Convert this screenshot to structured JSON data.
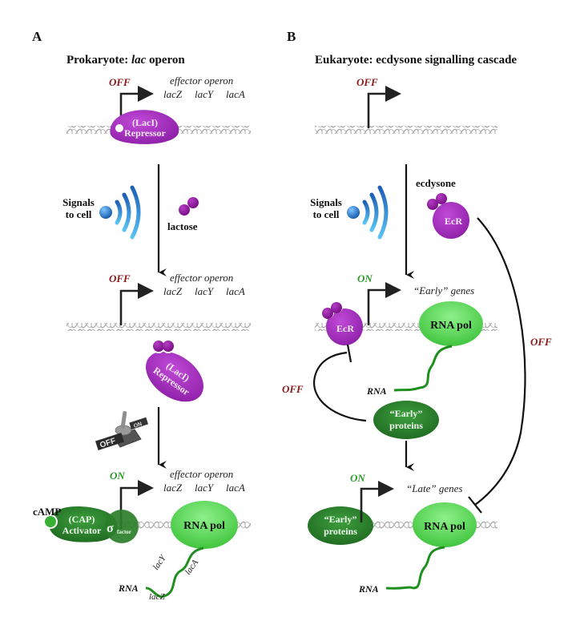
{
  "panel_a": {
    "letter": "A",
    "title_prefix": "Prokaryote: ",
    "title_italic": "lac",
    "title_suffix": " operon",
    "step1": {
      "state": "OFF",
      "operon_label": "effector operon",
      "genes": [
        "lacZ",
        "lacY",
        "lacA"
      ],
      "repressor_line1": "(LacI)",
      "repressor_line2": "Repressor"
    },
    "signal": {
      "label_line1": "Signals",
      "label_line2": "to cell",
      "inducer_label": "lactose"
    },
    "step2": {
      "state": "OFF",
      "operon_label": "effector operon",
      "genes": [
        "lacZ",
        "lacY",
        "lacA"
      ],
      "repressor_line1": "(LacI)",
      "repressor_line2": "Repressor"
    },
    "switch": {
      "on_label": "ON",
      "off_label": "OFF"
    },
    "step3": {
      "state": "ON",
      "operon_label": "effector operon",
      "genes": [
        "lacZ",
        "lacY",
        "lacA"
      ],
      "camp_label": "cAMP",
      "activator_line1": "(CAP)",
      "activator_line2": "Activator",
      "sigma_symbol": "σ",
      "sigma_sub": "factor",
      "rna_pol_label": "RNA pol",
      "rna_label": "RNA",
      "rna_genes": [
        "lacZ",
        "lacY",
        "lacA"
      ]
    }
  },
  "panel_b": {
    "letter": "B",
    "title": "Eukaryote: ecdysone signalling cascade",
    "step1": {
      "state": "OFF"
    },
    "signal": {
      "label_line1": "Signals",
      "label_line2": "to cell",
      "hormone_label": "ecdysone",
      "receptor_label": "EcR"
    },
    "step2": {
      "state": "ON",
      "genes_label": "“Early” genes",
      "receptor_label": "EcR",
      "rna_pol_label": "RNA pol",
      "rna_label": "RNA",
      "proteins_line1": "“Early”",
      "proteins_line2": "proteins",
      "feedback_state": "OFF",
      "long_feedback_state": "OFF"
    },
    "step3": {
      "state": "ON",
      "genes_label": "“Late” genes",
      "proteins_line1": "“Early”",
      "proteins_line2": "proteins",
      "rna_pol_label": "RNA pol",
      "rna_label": "RNA"
    }
  },
  "colors": {
    "repressor_purple": "#a12fbd",
    "ligand_purple": "#8e1a9c",
    "activator_green": "#2f8a2f",
    "rna_pol_green": "#5ed85a",
    "signal_blue": "#2a7fd4",
    "off_red": "#8b1a1a",
    "on_green": "#2e9a2e"
  }
}
